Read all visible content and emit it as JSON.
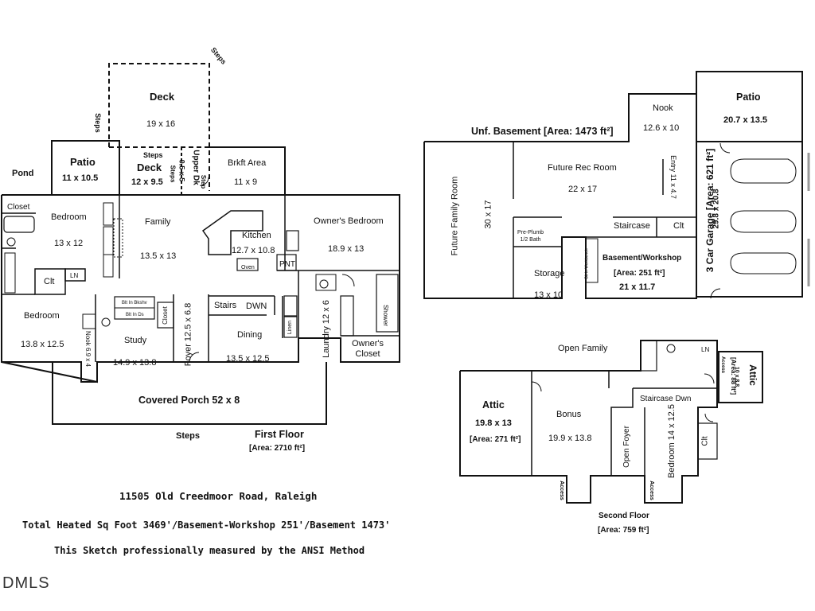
{
  "first_floor": {
    "deck_upper": {
      "name": "Deck",
      "dim": "19 x 16"
    },
    "steps_top": "Steps",
    "steps_left": "Steps",
    "patio": {
      "name": "Patio",
      "dim": "11 x 10.5"
    },
    "pond": "Pond",
    "deck": {
      "name": "Deck",
      "dim": "12 x 9.5"
    },
    "deck_steps": "Steps",
    "deck_steps2": "Steps",
    "upper_dk": {
      "name": "Upper Dk",
      "dim": "9.5 x 5"
    },
    "step": "Step",
    "brkft": {
      "name": "Brkft Area",
      "dim": "11 x 9"
    },
    "closet": "Closet",
    "bedroom1": {
      "name": "Bedroom",
      "dim": "13 x 12"
    },
    "family": {
      "name": "Family",
      "dim": "13.5 x 13"
    },
    "kitchen": {
      "name": "Kitchen",
      "dim": "12.7 x 10.8"
    },
    "oven": "Oven",
    "pnt": "PNT",
    "owners_bedroom": {
      "name": "Owner's Bedroom",
      "dim": "18.9 x 13"
    },
    "clt": "Clt",
    "ln": "LN",
    "bit_in_bkshv": "Blt In Bkshv",
    "bit_in_ds": "Blt In Ds",
    "closet2": "Closet",
    "bedroom2": {
      "name": "Bedroom",
      "dim": "13.8 x 12.5"
    },
    "nook": "Nook 6.9 x 4",
    "study": {
      "name": "Study",
      "dim": "14.9 x 13.8"
    },
    "foyer": "Foyer 12.5 x 6.8",
    "stairs": "Stairs",
    "dwn": "DWN",
    "dining": {
      "name": "Dining",
      "dim": "13.5 x 12.5"
    },
    "linen": "Linen",
    "laundry": "Laundry 12 x 6",
    "shower": "Shower",
    "owners_closet": "Owner's\nCloset",
    "covered_porch": "Covered Porch 52 x 8",
    "steps_bottom": "Steps",
    "title": "First Floor",
    "area": "[Area: 2710 ft²]"
  },
  "basement": {
    "title": "Unf. Basement [Area: 1473 ft²]",
    "nook": {
      "name": "Nook",
      "dim": "12.6 x 10"
    },
    "future_family": "Future Family Room",
    "future_family_dim": "30 x 17",
    "future_rec": {
      "name": "Future Rec Room",
      "dim": "22 x 17"
    },
    "entry": "Entry 11 x 4.7",
    "pre_plumb": "Pre-Plumb\n1/2 Bath",
    "staircase": "Staircase",
    "clt": "Clt",
    "storage": {
      "name": "Storage",
      "dim": "13 x 10"
    },
    "built_in": "Blt In Workbench",
    "workshop": {
      "name": "Basement/Workshop",
      "area": "[Area: 251 ft²]",
      "dim": "21 x 11.7"
    }
  },
  "garage": {
    "patio": {
      "name": "Patio",
      "dim": "20.7 x 13.5"
    },
    "label": "3 Car Garage [Area: 621 ft²]",
    "dim": "29.8 x 20.8"
  },
  "second_floor": {
    "open_family": "Open Family",
    "ln": "LN",
    "attic_small": "Attic",
    "attic_small_area": "[Area: 88 ft²]",
    "attic_small_dim": "10 x 8.8",
    "attic_small_access": "Access",
    "attic": {
      "name": "Attic",
      "dim": "19.8 x 13",
      "area": "[Area: 271 ft²]"
    },
    "bonus": {
      "name": "Bonus",
      "dim": "19.9 x 13.8"
    },
    "staircase_dwn": "Staircase Dwn",
    "open_foyer": "Open Foyer",
    "bedroom": "Bedroom 14 x 12.5",
    "clt": "Clt",
    "access1": "Access",
    "access2": "Access",
    "title": "Second Floor",
    "area": "[Area: 759 ft²]"
  },
  "footer": {
    "address": "11505 Old Creedmoor Road, Raleigh",
    "totals": "Total Heated Sq Foot 3469'/Basement-Workshop 251'/Basement 1473'",
    "method": "This Sketch professionally measured by the ANSI Method",
    "logo": "DMLS"
  }
}
